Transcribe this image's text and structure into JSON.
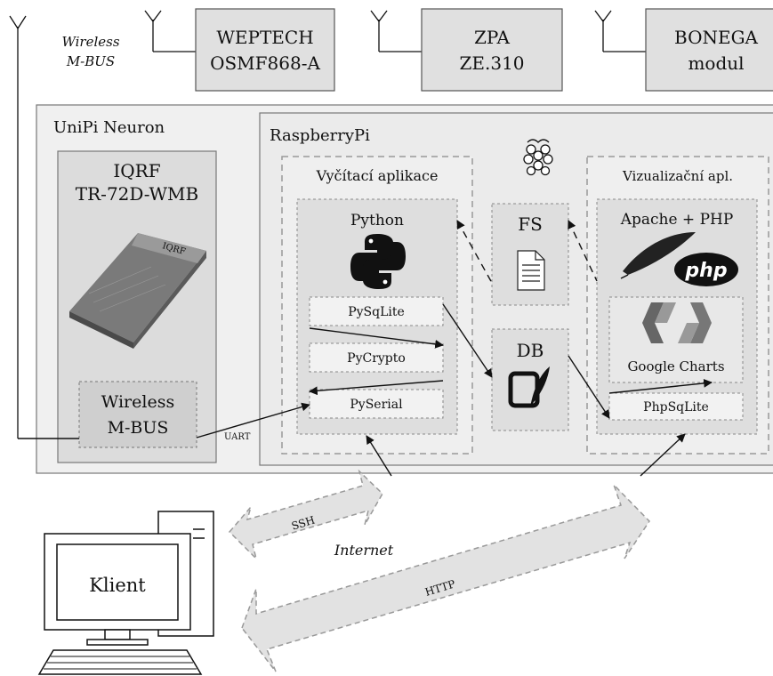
{
  "devices": [
    {
      "line1": "WEPTECH",
      "line2": "OSMF868-A"
    },
    {
      "line1": "ZPA",
      "line2": "ZE.310"
    },
    {
      "line1": "BONEGA",
      "line2": "modul"
    }
  ],
  "wireless_label": {
    "line1": "Wireless",
    "line2": "M-BUS"
  },
  "unipi": {
    "title": "UniPi Neuron"
  },
  "iqrf": {
    "line1": "IQRF",
    "line2": "TR-72D-WMB",
    "module_label": "Wireless M-BUS",
    "module_line1": "Wireless",
    "module_line2": "M-BUS",
    "chip_text": "IQRF"
  },
  "uart_label": "UART",
  "raspberry": {
    "title": "RaspberryPi"
  },
  "reading_app": {
    "title": "Vyčítací aplikace",
    "python_label": "Python",
    "libs": [
      "PySqLite",
      "PyCrypto",
      "PySerial"
    ]
  },
  "fs": {
    "label": "FS"
  },
  "db": {
    "label": "DB"
  },
  "viz_app": {
    "title": "Vizualizační apl.",
    "server_label": "Apache + PHP",
    "php_logo_text": "php",
    "charts_label": "Google Charts",
    "lib_label": "PhpSqLite"
  },
  "network": {
    "ssh": "SSH",
    "internet": "Internet",
    "http": "HTTP"
  },
  "client": {
    "label": "Klient"
  },
  "colors": {
    "box_fill": "#e0e0e0",
    "light_fill": "#f0f0f0",
    "border": "#555555",
    "dashed": "#888888"
  }
}
